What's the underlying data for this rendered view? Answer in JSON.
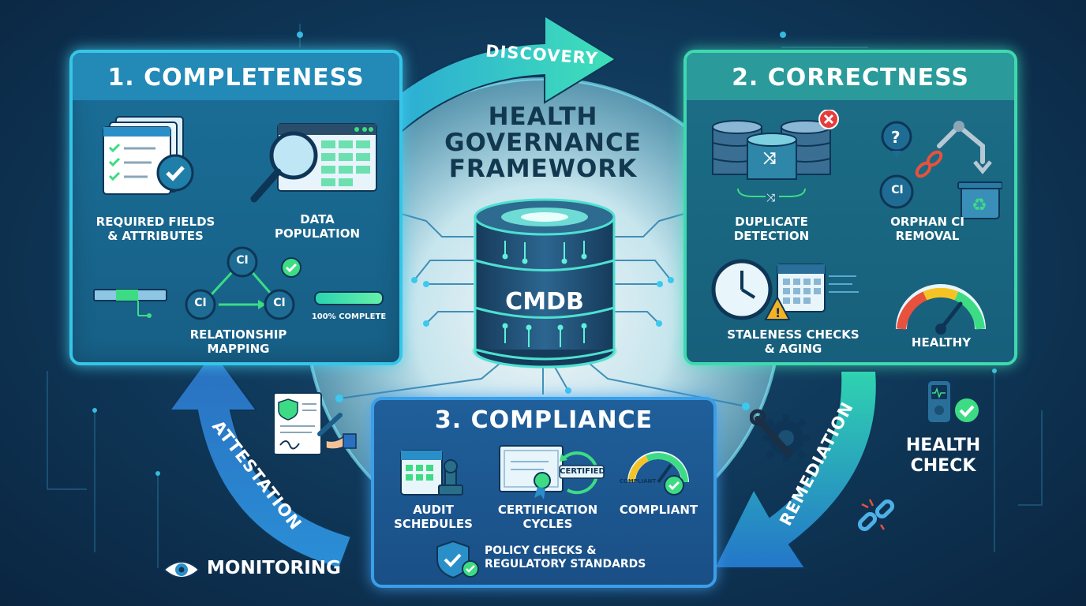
{
  "center": {
    "title_lines": [
      "HEALTH",
      "GOVERNANCE",
      "FRAMEWORK"
    ],
    "db_label": "CMDB"
  },
  "cycle": {
    "discovery": "DISCOVERY",
    "remediation": "REMEDIATION",
    "attestation": "ATTESTATION"
  },
  "completeness": {
    "title": "1. COMPLETENESS",
    "required": "REQUIRED FIELDS\n& ATTRIBUTES",
    "data_population": "DATA\nPOPULATION",
    "relationship": "RELATIONSHIP\nMAPPING",
    "ci_label": "CI",
    "progress_label": "100% COMPLETE",
    "progress_value": 1.0
  },
  "correctness": {
    "title": "2. CORRECTNESS",
    "duplicate": "DUPLICATE\nDETECTION",
    "orphan": "ORPHAN CI\nREMOVAL",
    "ci_label": "CI",
    "staleness": "STALENESS CHECKS\n& AGING",
    "healthy": "HEALTHY"
  },
  "compliance": {
    "title": "3. COMPLIANCE",
    "audit": "AUDIT\nSCHEDULES",
    "certification": "CERTIFICATION\nCYCLES",
    "certified_stamp": "CERTIFIED",
    "compliant": "COMPLIANT",
    "compliant_small": "COMPLIANT",
    "policy": "POLICY CHECKS &\nREGULATORY STANDARDS"
  },
  "side": {
    "health_check": "HEALTH\nCHECK",
    "monitoring": "MONITORING"
  },
  "colors": {
    "accent": "#35c6e8",
    "green": "#3ddc84",
    "background": "#0e3556"
  }
}
